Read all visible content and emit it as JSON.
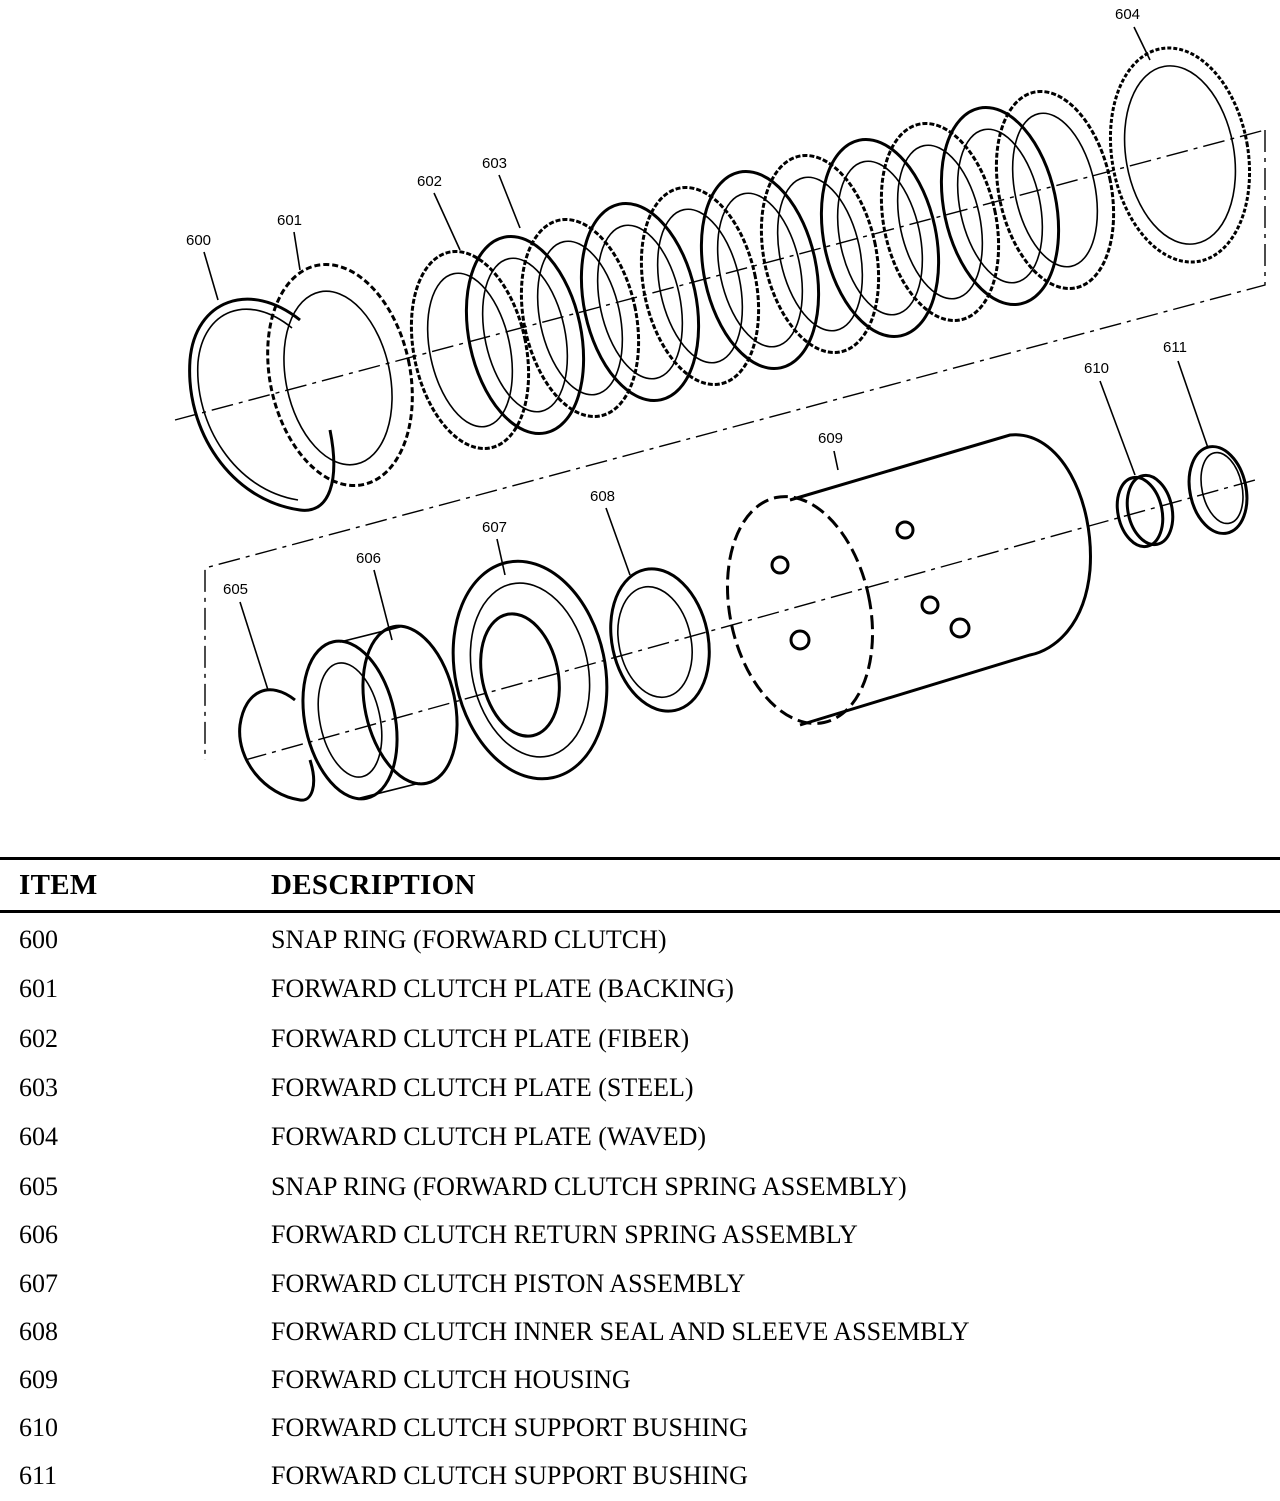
{
  "callouts": [
    "600",
    "601",
    "602",
    "603",
    "604",
    "605",
    "606",
    "607",
    "608",
    "609",
    "610",
    "611"
  ],
  "legend": {
    "header_item": "ITEM",
    "header_description": "DESCRIPTION",
    "rows": [
      {
        "item": "600",
        "description": "SNAP RING (FORWARD CLUTCH)"
      },
      {
        "item": "601",
        "description": "FORWARD CLUTCH PLATE (BACKING)"
      },
      {
        "item": "602",
        "description": "FORWARD CLUTCH PLATE (FIBER)"
      },
      {
        "item": "603",
        "description": "FORWARD CLUTCH PLATE (STEEL)"
      },
      {
        "item": "604",
        "description": "FORWARD CLUTCH PLATE (WAVED)"
      },
      {
        "item": "605",
        "description": "SNAP RING (FORWARD CLUTCH SPRING ASSEMBLY)"
      },
      {
        "item": "606",
        "description": "FORWARD CLUTCH RETURN SPRING ASSEMBLY"
      },
      {
        "item": "607",
        "description": "FORWARD CLUTCH PISTON ASSEMBLY"
      },
      {
        "item": "608",
        "description": "FORWARD CLUTCH INNER SEAL AND SLEEVE ASSEMBLY"
      },
      {
        "item": "609",
        "description": "FORWARD CLUTCH HOUSING"
      },
      {
        "item": "610",
        "description": "FORWARD CLUTCH SUPPORT BUSHING"
      },
      {
        "item": "611",
        "description": "FORWARD CLUTCH SUPPORT BUSHING"
      }
    ]
  }
}
